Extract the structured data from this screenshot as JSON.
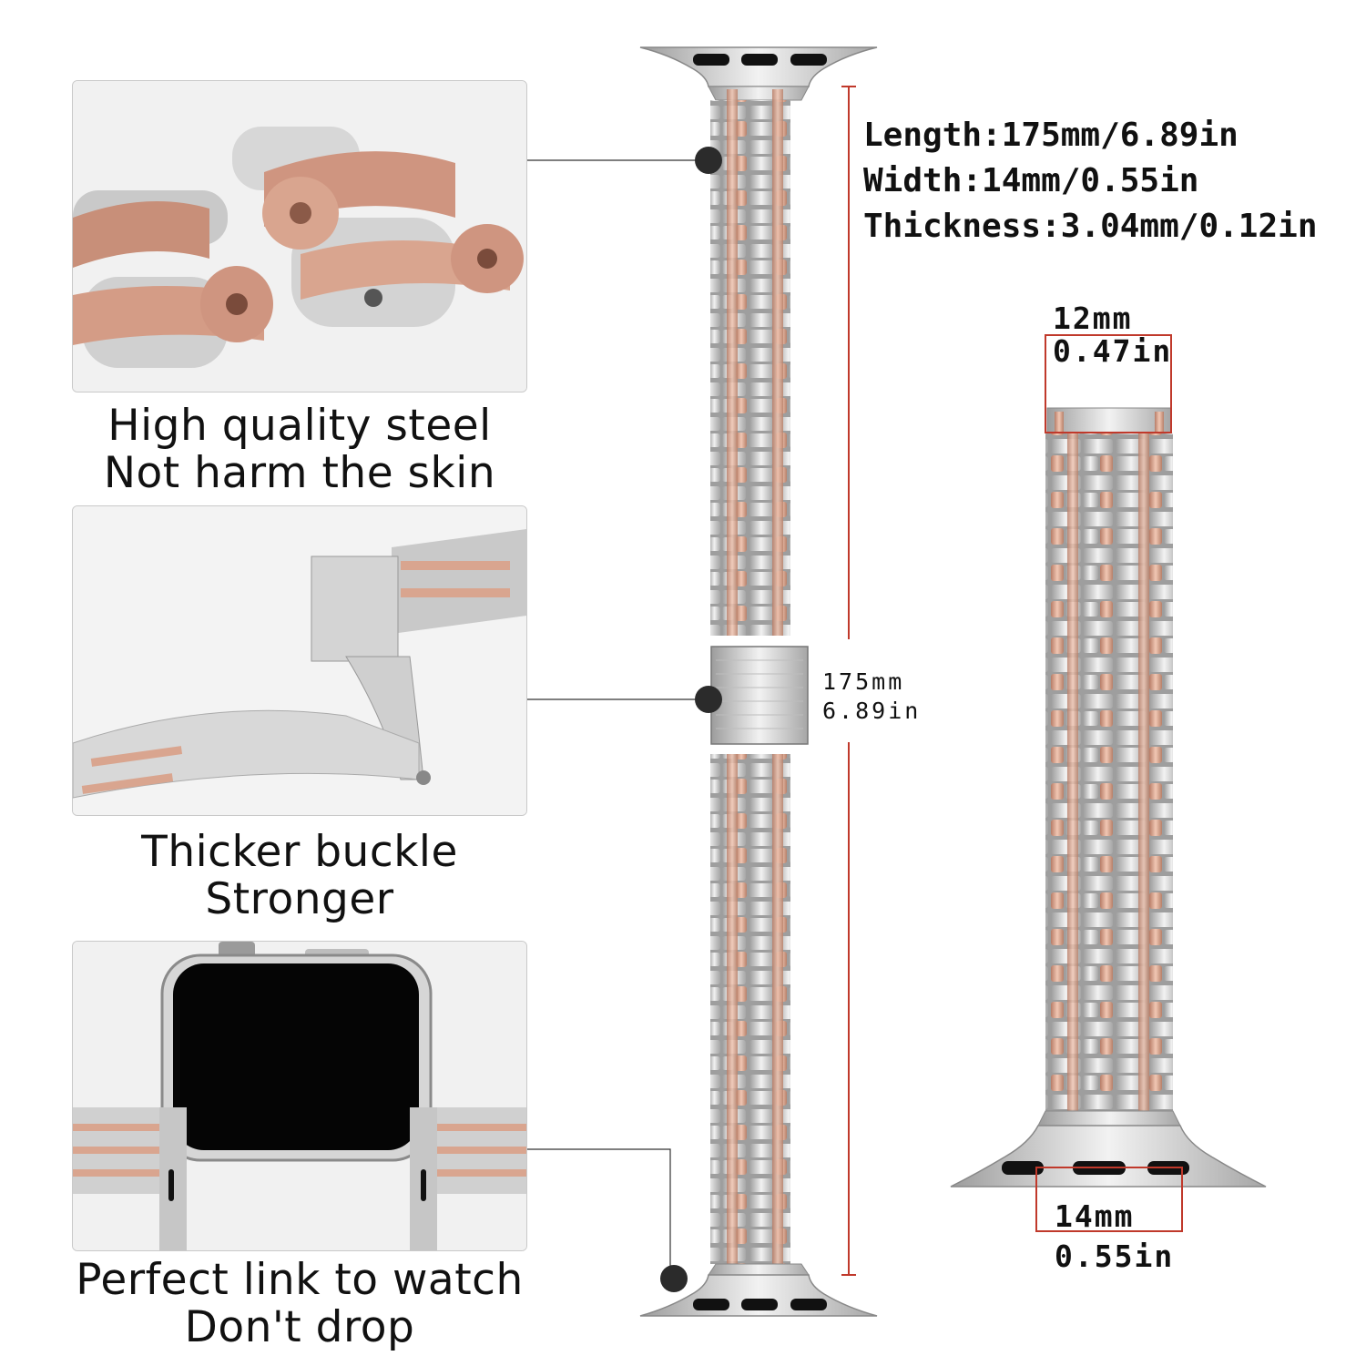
{
  "specs": {
    "length": "Length:175mm/6.89in",
    "width": "Width:14mm/0.55in",
    "thickness": "Thickness:3.04mm/0.12in"
  },
  "features": [
    {
      "line1": "High quality steel",
      "line2": "Not harm the skin"
    },
    {
      "line1": "Thicker buckle",
      "line2": "Stronger"
    },
    {
      "line1": "Perfect link to watch",
      "line2": "Don't drop"
    }
  ],
  "dimensions": {
    "band_length_mm": "175mm",
    "band_length_in": "6.89in",
    "taper_width_mm": "12mm",
    "taper_width_in": "0.47in",
    "lug_width_mm": "14mm",
    "lug_width_in": "0.55in"
  },
  "colors": {
    "silver": "#d6d6d6",
    "rose_gold": "#d9a58f",
    "dimension_line": "#c0392b",
    "panel_bg": "#f1f1f1"
  }
}
